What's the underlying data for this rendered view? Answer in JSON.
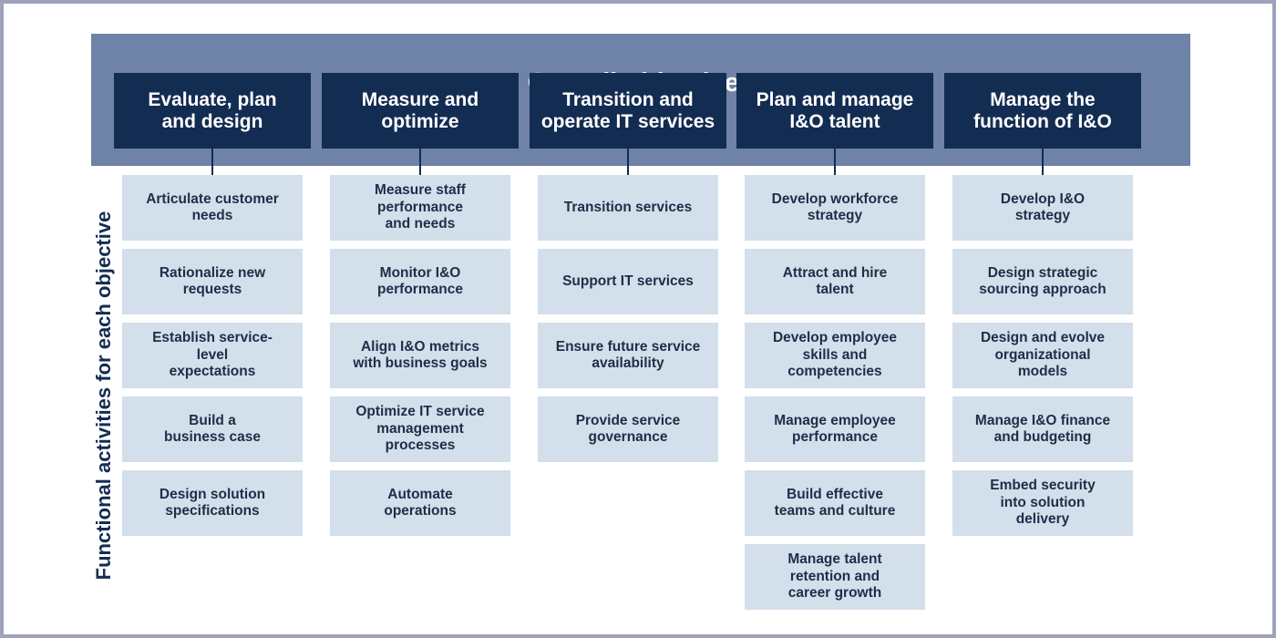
{
  "diagram": {
    "title": "Overall objectives",
    "side_label": "Functional activities for each objective",
    "columns": [
      {
        "objective": "Evaluate, plan\nand design",
        "activities": [
          "Articulate customer\nneeds",
          "Rationalize new\nrequests",
          "Establish service-\nlevel\nexpectations",
          "Build a\nbusiness case",
          "Design solution\nspecifications"
        ]
      },
      {
        "objective": "Measure and\noptimize",
        "activities": [
          "Measure staff\nperformance\nand needs",
          "Monitor I&O\nperformance",
          "Align I&O metrics\nwith business goals",
          "Optimize IT service\nmanagement\nprocesses",
          "Automate\noperations"
        ]
      },
      {
        "objective": "Transition and\noperate IT services",
        "activities": [
          "Transition services",
          "Support IT services",
          "Ensure future service\navailability",
          "Provide service\ngovernance"
        ]
      },
      {
        "objective": "Plan and manage\nI&O talent",
        "activities": [
          "Develop workforce\nstrategy",
          "Attract and hire\ntalent",
          "Develop employee\nskills and\ncompetencies",
          "Manage employee\nperformance",
          "Build effective\nteams and culture",
          "Manage talent\nretention and\ncareer growth"
        ]
      },
      {
        "objective": "Manage the\nfunction of I&O",
        "activities": [
          "Develop I&O\nstrategy",
          "Design strategic\nsourcing approach",
          "Design and evolve\norganizational\nmodels",
          "Manage I&O finance\nand budgeting",
          "Embed security\ninto solution\ndelivery"
        ]
      }
    ]
  }
}
